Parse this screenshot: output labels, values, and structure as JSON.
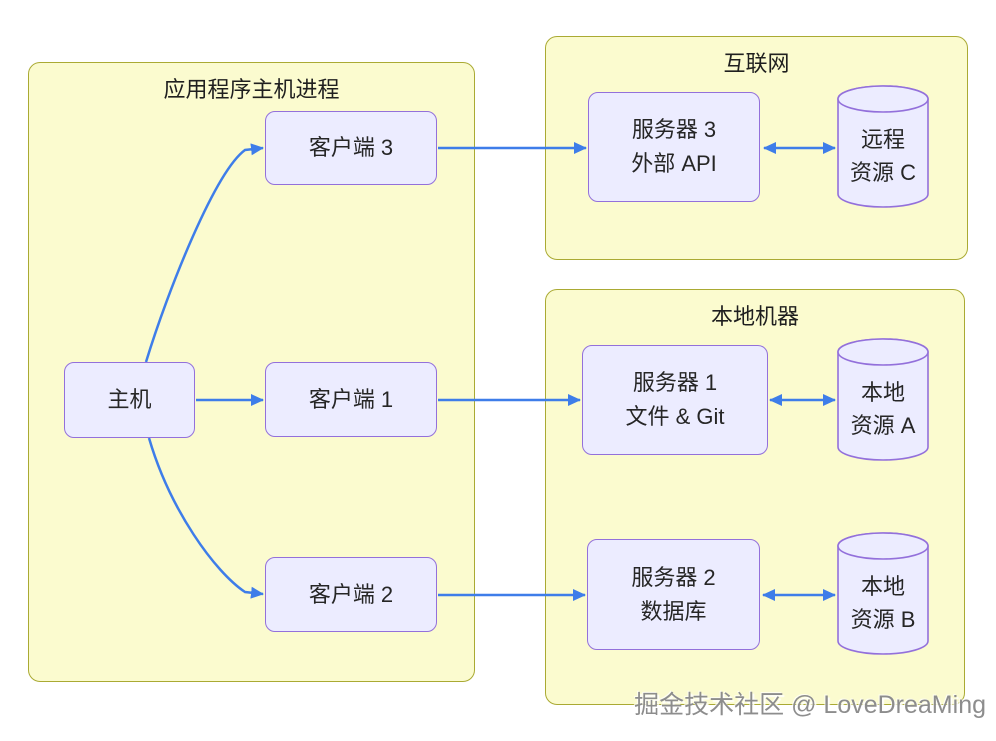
{
  "watermark": "掘金技术社区 @ LoveDreaMing",
  "colors": {
    "group_fill": "#fbfbcf",
    "group_border": "#aaaa33",
    "node_fill": "#ececff",
    "node_border": "#9370db",
    "arrow": "#3e7de9",
    "text": "#262626",
    "watermark_text": "#8d8d8d"
  },
  "groups": {
    "host_process": {
      "title": "应用程序主机进程"
    },
    "internet": {
      "title": "互联网"
    },
    "local_machine": {
      "title": "本地机器"
    }
  },
  "nodes": {
    "host": {
      "label": "主机"
    },
    "client3": {
      "label": "客户端 3"
    },
    "client1": {
      "label": "客户端 1"
    },
    "client2": {
      "label": "客户端 2"
    },
    "server3": {
      "line1": "服务器 3",
      "line2": "外部 API"
    },
    "server1": {
      "line1": "服务器 1",
      "line2": "文件 & Git"
    },
    "server2": {
      "line1": "服务器 2",
      "line2": "数据库"
    },
    "resource_c": {
      "line1": "远程",
      "line2": "资源 C"
    },
    "resource_a": {
      "line1": "本地",
      "line2": "资源 A"
    },
    "resource_b": {
      "line1": "本地",
      "line2": "资源 B"
    }
  },
  "edges": [
    {
      "from": "主机",
      "to": "客户端 3",
      "direction": "one-way"
    },
    {
      "from": "主机",
      "to": "客户端 1",
      "direction": "one-way"
    },
    {
      "from": "主机",
      "to": "客户端 2",
      "direction": "one-way"
    },
    {
      "from": "客户端 3",
      "to": "服务器 3",
      "direction": "one-way"
    },
    {
      "from": "客户端 1",
      "to": "服务器 1",
      "direction": "one-way"
    },
    {
      "from": "客户端 2",
      "to": "服务器 2",
      "direction": "one-way"
    },
    {
      "from": "服务器 3",
      "to": "远程资源 C",
      "direction": "two-way"
    },
    {
      "from": "服务器 1",
      "to": "本地资源 A",
      "direction": "two-way"
    },
    {
      "from": "服务器 2",
      "to": "本地资源 B",
      "direction": "two-way"
    }
  ]
}
